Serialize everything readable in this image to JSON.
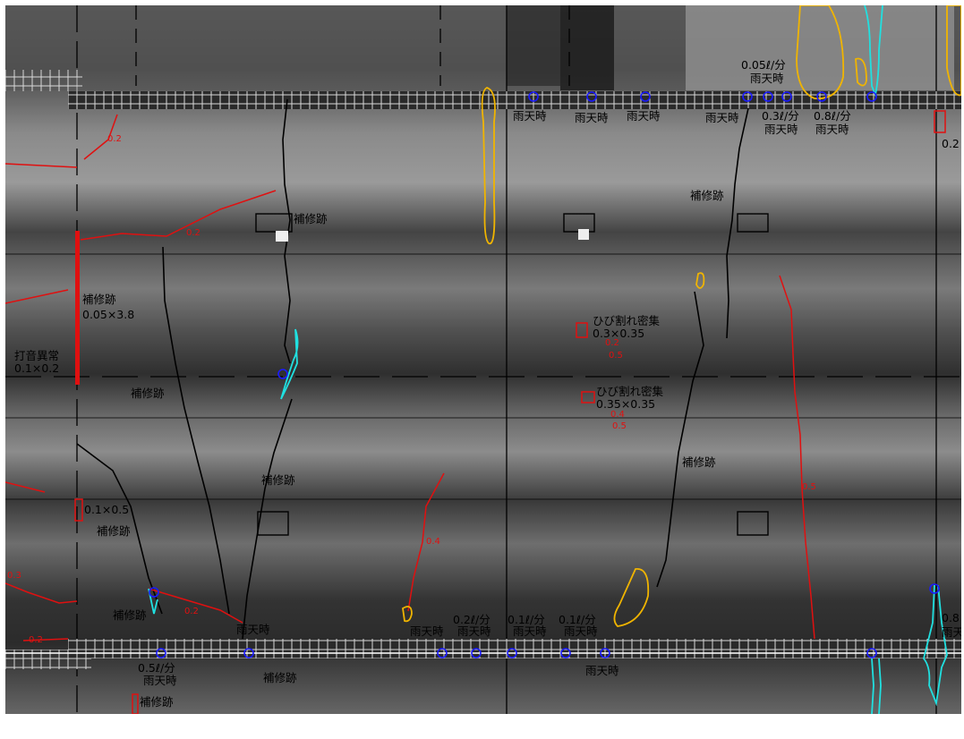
{
  "annotations": {
    "repair_trace": "補修跡",
    "rainy_weather": "雨天時",
    "crack_cluster": "ひび割れ密集",
    "hammer_abnormal": "打音異常",
    "leak_005": "0.05ℓ/分",
    "leak_03": "0.3ℓ/分",
    "leak_08": "0.8ℓ/分",
    "leak_02": "0.2ℓ/分",
    "leak_01": "0.1ℓ/分",
    "leak_05": "0.5ℓ/分",
    "dim_005x38": "0.05×3.8",
    "dim_01x02": "0.1×0.2",
    "dim_03x035": "0.3×0.35",
    "dim_035x035": "0.35×0.35",
    "dim_01x05": "0.1×0.5",
    "crack_w_02": "0.2",
    "crack_w_02b": "0.2",
    "crack_w_04": "0.4",
    "crack_w_05": "0.5",
    "crack_w_05b": "0.5",
    "crack_w_03": "0.3",
    "crack_w_08": "0.8",
    "crack_w_02c": "0.2",
    "crack_w_05c": "0.5",
    "crack_w_04b": "0.4",
    "crack_w_02d": "0.2"
  },
  "legend_colors": {
    "crack": "#000000",
    "crack_measured": "#e01010",
    "efflorescence": "#f0b400",
    "leakage": "#20e0e0",
    "water_marker": "#1a1aff",
    "repair_box": "#000000",
    "anomaly_box": "#e01010"
  }
}
